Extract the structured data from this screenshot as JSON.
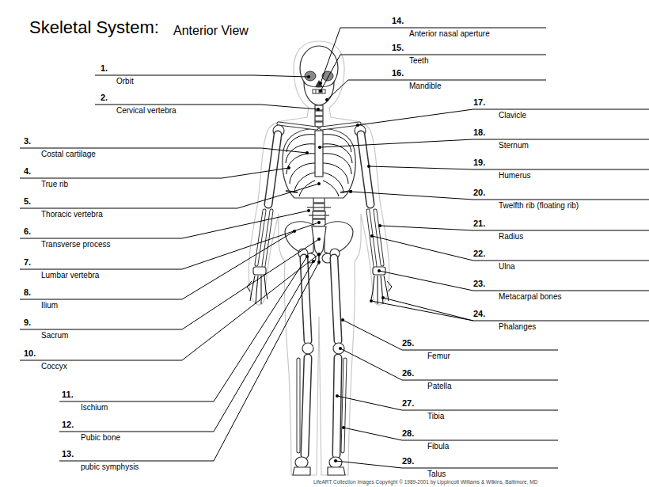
{
  "diagram": {
    "title": "Skeletal System:",
    "labels": [
      "Anterior View",
      "1.",
      "Orbit",
      "2.",
      "Cervical vertebra",
      "3.",
      "Costal cartilage",
      "4.",
      "True rib",
      "5.",
      "Thoracic vertebra",
      "6.",
      "Transverse process",
      "7.",
      "Lumbar vertebra",
      "8.",
      "Ilium",
      "9.",
      "Sacrum",
      "10.",
      "Coccyx",
      "11.",
      "Ischium",
      "12.",
      "Pubic bone",
      "13.",
      "pubic symphysis",
      "14.",
      "Anterior nasal aperture",
      "15.",
      "Teeth",
      "16.",
      "Mandible",
      "17.",
      "Clavicle",
      "18.",
      "Sternum",
      "19.",
      "Humerus",
      "20.",
      "Twelfth rib (floating rib)",
      "21.",
      "Radius",
      "22.",
      "Ulna",
      "23.",
      "Metacarpal bones",
      "24.",
      "Phalanges",
      "25.",
      "Femur",
      "26.",
      "Patella",
      "27.",
      "Tibia",
      "28.",
      "Fibula",
      "29.",
      "Talus",
      "LifeART Collection Images Copyright © 1989-2001 by Lippincott Williams & Wilkins, Baltimore, MD"
    ]
  }
}
